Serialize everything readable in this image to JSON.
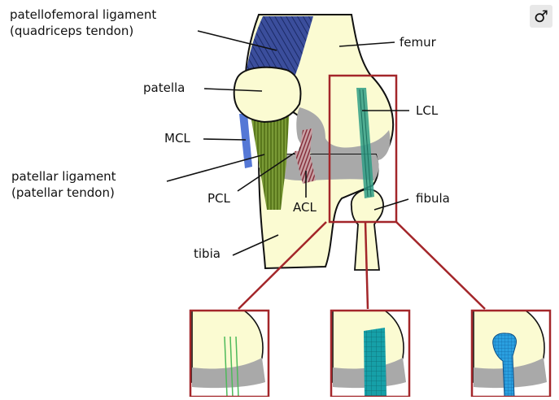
{
  "labels": {
    "patellofemoral_line1": "patellofemoral ligament",
    "patellofemoral_line2": "(quadriceps tendon)",
    "femur": "femur",
    "patella": "patella",
    "lcl": "LCL",
    "mcl": "MCL",
    "patellar_ligament_line1": "patellar ligament",
    "patellar_ligament_line2": "(patellar tendon)",
    "pcl": "PCL",
    "acl": "ACL",
    "fibula": "fibula",
    "tibia": "tibia"
  },
  "corner_icon": {
    "name": "gender-male-icon",
    "glyph": "♂"
  },
  "colors": {
    "bone": "#fbfbd2",
    "cartilage": "#a9a9a9",
    "quadriceps_tendon": "#2e3f86",
    "patellar_tendon": "#5d7a1c",
    "mcl": "#5578d6",
    "cruciate": "#8a2a35",
    "lcl": "#2f9e86",
    "highlight_box": "#a3262a",
    "inset_teal": "#138c9a",
    "inset_blue": "#1d8ad0"
  }
}
